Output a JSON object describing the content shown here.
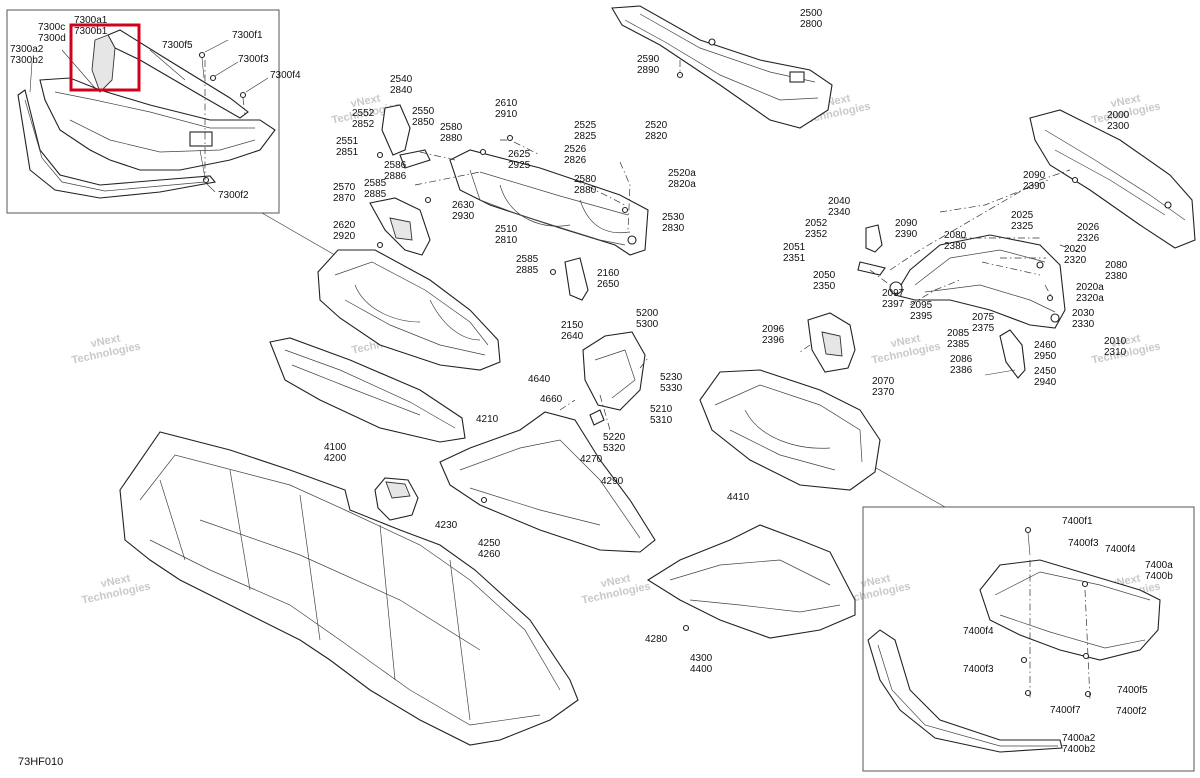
{
  "figure_code": "73HF010",
  "watermark_lines": [
    "vNext",
    "Technologies"
  ],
  "colors": {
    "highlight": "#d0021b",
    "line": "#222222",
    "watermark": "#c9c9c9"
  },
  "callouts": [
    {
      "id": "c-7300c",
      "lines": [
        "7300c",
        "7300d"
      ]
    },
    {
      "id": "c-7300a2",
      "lines": [
        "7300a2",
        "7300b2"
      ]
    },
    {
      "id": "c-7300a1",
      "lines": [
        "7300a1",
        "7300b1"
      ]
    },
    {
      "id": "c-7300f5",
      "lines": [
        "7300f5"
      ]
    },
    {
      "id": "c-7300f1",
      "lines": [
        "7300f1"
      ]
    },
    {
      "id": "c-7300f3",
      "lines": [
        "7300f3"
      ]
    },
    {
      "id": "c-7300f4",
      "lines": [
        "7300f4"
      ]
    },
    {
      "id": "c-7300f2",
      "lines": [
        "7300f2"
      ]
    },
    {
      "id": "c-2540",
      "lines": [
        "2540",
        "2840"
      ]
    },
    {
      "id": "c-2552",
      "lines": [
        "2552",
        "2852"
      ]
    },
    {
      "id": "c-2550",
      "lines": [
        "2550",
        "2850"
      ]
    },
    {
      "id": "c-2551",
      "lines": [
        "2551",
        "2851"
      ]
    },
    {
      "id": "c-2586",
      "lines": [
        "2586",
        "2886"
      ]
    },
    {
      "id": "c-2570",
      "lines": [
        "2570",
        "2870"
      ]
    },
    {
      "id": "c-2585a",
      "lines": [
        "2585",
        "2885"
      ]
    },
    {
      "id": "c-2620",
      "lines": [
        "2620",
        "2920"
      ]
    },
    {
      "id": "c-2610",
      "lines": [
        "2610",
        "2910"
      ]
    },
    {
      "id": "c-2580a",
      "lines": [
        "2580",
        "2880"
      ]
    },
    {
      "id": "c-2625",
      "lines": [
        "2625",
        "2925"
      ]
    },
    {
      "id": "c-2630",
      "lines": [
        "2630",
        "2930"
      ]
    },
    {
      "id": "c-2510",
      "lines": [
        "2510",
        "2810"
      ]
    },
    {
      "id": "c-2525",
      "lines": [
        "2525",
        "2825"
      ]
    },
    {
      "id": "c-2520",
      "lines": [
        "2520",
        "2820"
      ]
    },
    {
      "id": "c-2526",
      "lines": [
        "2526",
        "2826"
      ]
    },
    {
      "id": "c-2520a",
      "lines": [
        "2520a",
        "2820a"
      ]
    },
    {
      "id": "c-2580b",
      "lines": [
        "2580",
        "2880"
      ]
    },
    {
      "id": "c-2530",
      "lines": [
        "2530",
        "2830"
      ]
    },
    {
      "id": "c-2585b",
      "lines": [
        "2585",
        "2885"
      ]
    },
    {
      "id": "c-2160",
      "lines": [
        "2160",
        "2650"
      ]
    },
    {
      "id": "c-2150",
      "lines": [
        "2150",
        "2640"
      ]
    },
    {
      "id": "c-2500",
      "lines": [
        "2500",
        "2800"
      ]
    },
    {
      "id": "c-2590",
      "lines": [
        "2590",
        "2890"
      ]
    },
    {
      "id": "c-2000",
      "lines": [
        "2000",
        "2300"
      ]
    },
    {
      "id": "c-2090a",
      "lines": [
        "2090",
        "2390"
      ]
    },
    {
      "id": "c-2090b",
      "lines": [
        "2090",
        "2390"
      ]
    },
    {
      "id": "c-2040",
      "lines": [
        "2040",
        "2340"
      ]
    },
    {
      "id": "c-2052",
      "lines": [
        "2052",
        "2352"
      ]
    },
    {
      "id": "c-2080a",
      "lines": [
        "2080",
        "2380"
      ]
    },
    {
      "id": "c-2025",
      "lines": [
        "2025",
        "2325"
      ]
    },
    {
      "id": "c-2026",
      "lines": [
        "2026",
        "2326"
      ]
    },
    {
      "id": "c-2020",
      "lines": [
        "2020",
        "2320"
      ]
    },
    {
      "id": "c-2080b",
      "lines": [
        "2080",
        "2380"
      ]
    },
    {
      "id": "c-2051",
      "lines": [
        "2051",
        "2351"
      ]
    },
    {
      "id": "c-2050",
      "lines": [
        "2050",
        "2350"
      ]
    },
    {
      "id": "c-2097",
      "lines": [
        "2097",
        "2397"
      ]
    },
    {
      "id": "c-2095",
      "lines": [
        "2095",
        "2395"
      ]
    },
    {
      "id": "c-2020a",
      "lines": [
        "2020a",
        "2320a"
      ]
    },
    {
      "id": "c-2075",
      "lines": [
        "2075",
        "2375"
      ]
    },
    {
      "id": "c-2030",
      "lines": [
        "2030",
        "2330"
      ]
    },
    {
      "id": "c-2085",
      "lines": [
        "2085",
        "2385"
      ]
    },
    {
      "id": "c-2010",
      "lines": [
        "2010",
        "2310"
      ]
    },
    {
      "id": "c-2096",
      "lines": [
        "2096",
        "2396"
      ]
    },
    {
      "id": "c-2460",
      "lines": [
        "2460",
        "2950"
      ]
    },
    {
      "id": "c-2086",
      "lines": [
        "2086",
        "2386"
      ]
    },
    {
      "id": "c-2450",
      "lines": [
        "2450",
        "2940"
      ]
    },
    {
      "id": "c-2070",
      "lines": [
        "2070",
        "2370"
      ]
    },
    {
      "id": "c-5200",
      "lines": [
        "5200",
        "5300"
      ]
    },
    {
      "id": "c-5230",
      "lines": [
        "5230",
        "5330"
      ]
    },
    {
      "id": "c-4640",
      "lines": [
        "4640"
      ]
    },
    {
      "id": "c-4660",
      "lines": [
        "4660"
      ]
    },
    {
      "id": "c-5210",
      "lines": [
        "5210",
        "5310"
      ]
    },
    {
      "id": "c-5220",
      "lines": [
        "5220",
        "5320"
      ]
    },
    {
      "id": "c-4270",
      "lines": [
        "4270"
      ]
    },
    {
      "id": "c-4210",
      "lines": [
        "4210"
      ]
    },
    {
      "id": "c-4100",
      "lines": [
        "4100",
        "4200"
      ]
    },
    {
      "id": "c-4290",
      "lines": [
        "4290"
      ]
    },
    {
      "id": "c-4230",
      "lines": [
        "4230"
      ]
    },
    {
      "id": "c-4250",
      "lines": [
        "4250",
        "4260"
      ]
    },
    {
      "id": "c-4410",
      "lines": [
        "4410"
      ]
    },
    {
      "id": "c-4280",
      "lines": [
        "4280"
      ]
    },
    {
      "id": "c-4300",
      "lines": [
        "4300",
        "4400"
      ]
    },
    {
      "id": "c-7400f1",
      "lines": [
        "7400f1"
      ]
    },
    {
      "id": "c-7400f3a",
      "lines": [
        "7400f3"
      ]
    },
    {
      "id": "c-7400f4a",
      "lines": [
        "7400f4"
      ]
    },
    {
      "id": "c-7400a",
      "lines": [
        "7400a",
        "7400b"
      ]
    },
    {
      "id": "c-7400f4b",
      "lines": [
        "7400f4"
      ]
    },
    {
      "id": "c-7400f3b",
      "lines": [
        "7400f3"
      ]
    },
    {
      "id": "c-7400f5",
      "lines": [
        "7400f5"
      ]
    },
    {
      "id": "c-7400f7",
      "lines": [
        "7400f7"
      ]
    },
    {
      "id": "c-7400f2",
      "lines": [
        "7400f2"
      ]
    },
    {
      "id": "c-7400a2",
      "lines": [
        "7400a2",
        "7400b2"
      ]
    }
  ]
}
